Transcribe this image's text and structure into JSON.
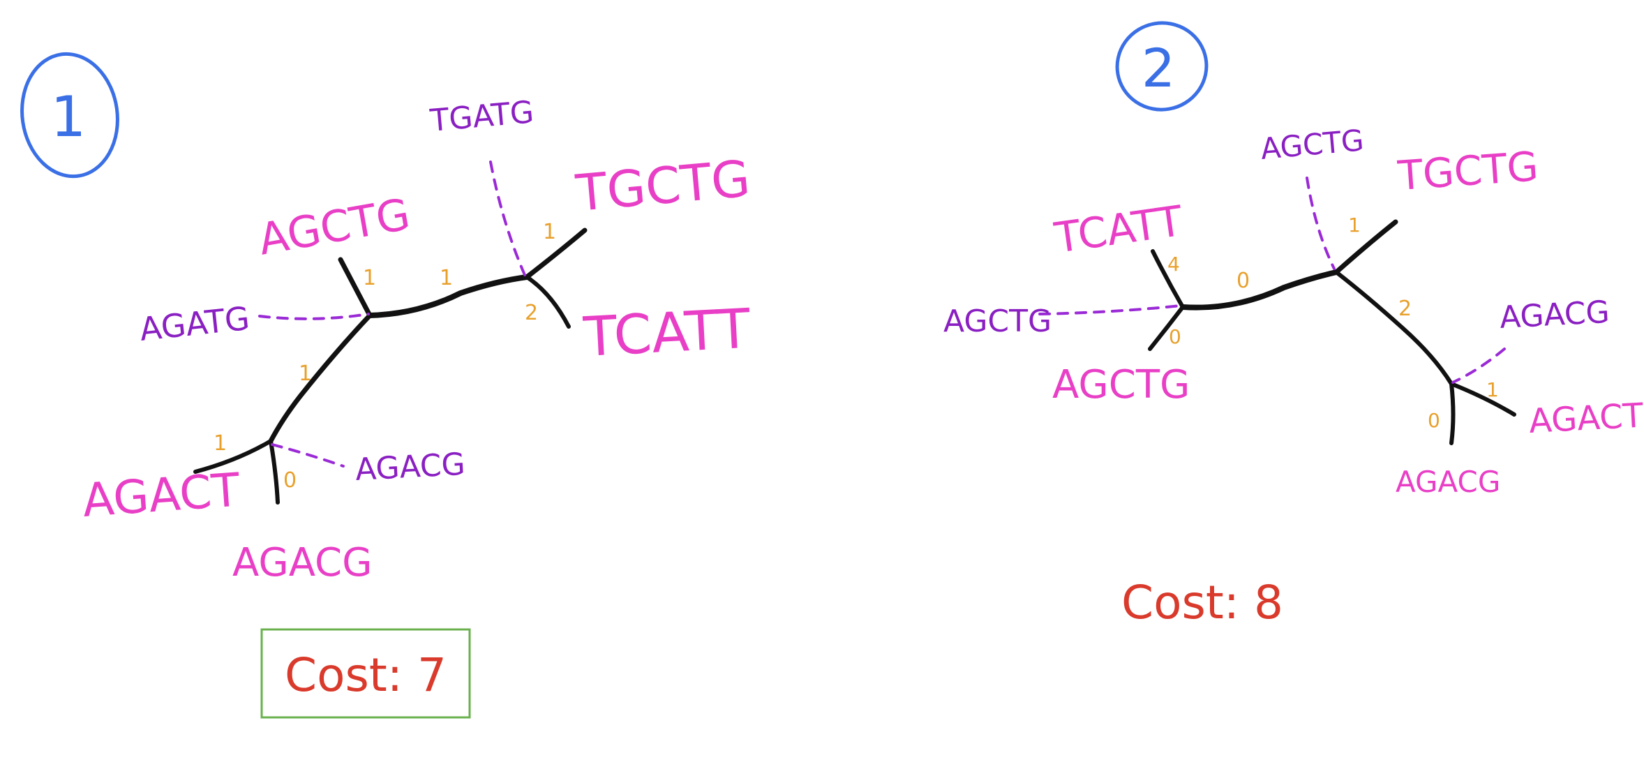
{
  "colors": {
    "leaf_label": "#e83fc6",
    "internal_label": "#8a1fc2",
    "edge_weight": "#e8a02c",
    "cost": "#d93a2b",
    "tree_number": "#3a6fe6",
    "best_box": "#6ab04c"
  },
  "tree1": {
    "number": "1",
    "leaves": {
      "agctg": "AGCTG",
      "tgctg": "TGCTG",
      "tcatt": "TCATT",
      "agact": "AGACT",
      "agacg": "AGACG"
    },
    "internal": {
      "agatg": "AGATG",
      "tgatg": "TGATG",
      "agacg": "AGACG"
    },
    "weights": {
      "w_agctg": "1",
      "w_mid": "1",
      "w_tgctg": "1",
      "w_tcatt": "2",
      "w_down": "1",
      "w_agact": "1",
      "w_agacg": "0"
    },
    "cost": "Cost: 7"
  },
  "tree2": {
    "number": "2",
    "leaves": {
      "tcatt": "TCATT",
      "agctg": "AGCTG",
      "tgctg": "TGCTG",
      "agact": "AGACT",
      "agacg": "AGACG"
    },
    "internal": {
      "agctg_left": "AGCTG",
      "agctg_top": "AGCTG",
      "agacg": "AGACG"
    },
    "weights": {
      "w_tcatt": "4",
      "w_agctg": "0",
      "w_mid": "0",
      "w_tgctg": "1",
      "w_down": "2",
      "w_agact": "1",
      "w_agacg": "0"
    },
    "cost": "Cost: 8"
  }
}
